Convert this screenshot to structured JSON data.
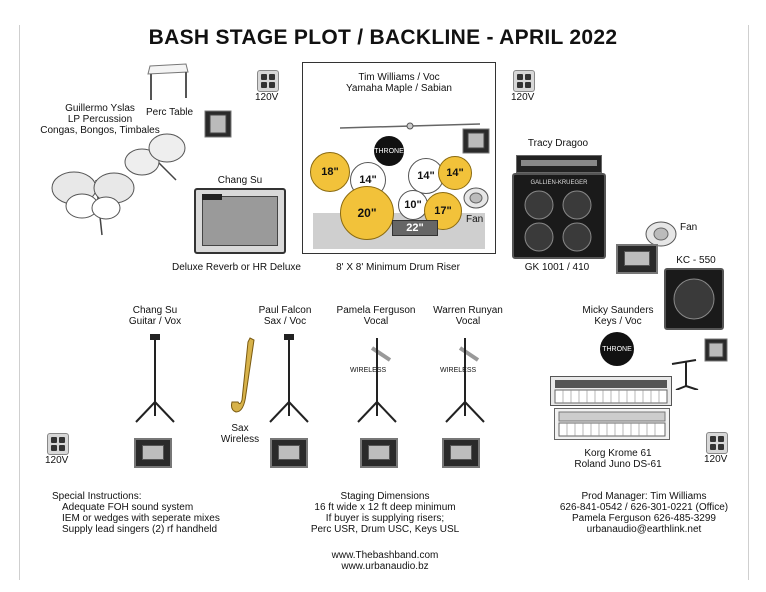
{
  "title": "BASH STAGE PLOT / BACKLINE - APRIL 2022",
  "power": {
    "label": "120V"
  },
  "perc": {
    "name": "Guillermo Yslas",
    "role": "LP Percussion",
    "instruments": "Congas, Bongos, Timbales",
    "table_label": "Perc Table"
  },
  "drums": {
    "player": "Tim Williams / Voc",
    "kit": "Yamaha Maple / Sabian",
    "throne": "THRONE",
    "fan": "Fan",
    "riser_label": "8' X 8' Minimum Drum Riser",
    "pieces": [
      "18\"",
      "14\"",
      "14\"",
      "14\"",
      "20\"",
      "10\"",
      "17\"",
      "22\""
    ]
  },
  "guitar_amp": {
    "player": "Chang Su",
    "model": "Deluxe Reverb or HR Deluxe"
  },
  "bass": {
    "player": "Tracy Dragoo",
    "model": "GK 1001 / 410",
    "fan": "Fan",
    "cab_brand": "GALLIEN-KRUEGER"
  },
  "keys_amp": {
    "model": "KC - 550"
  },
  "vocalists": [
    {
      "name": "Chang Su",
      "role": "Guitar / Vox",
      "note": ""
    },
    {
      "name": "Paul Falcon",
      "role": "Sax / Voc",
      "note": "Sax\nWireless"
    },
    {
      "name": "Pamela Ferguson",
      "role": "Vocal",
      "note": "WIRELESS"
    },
    {
      "name": "Warren Runyan",
      "role": "Vocal",
      "note": "WIRELESS"
    }
  ],
  "keys": {
    "name": "Micky Saunders",
    "role": "Keys / Voc",
    "throne": "THRONE",
    "model1": "Korg Krome 61",
    "model2": "Roland Juno DS-61"
  },
  "special": {
    "heading": "Special Instructions:",
    "lines": [
      "Adequate FOH sound system",
      "IEM or wedges with seperate mixes",
      "Supply lead singers (2) rf handheld"
    ]
  },
  "staging": {
    "heading": "Staging Dimensions",
    "lines": [
      "16 ft wide x 12 ft deep minimum",
      "If buyer is supplying risers;",
      "Perc USR, Drum USC, Keys USL"
    ]
  },
  "web": [
    "www.Thebashband.com",
    "www.urbanaudio.bz"
  ],
  "contacts": [
    "Prod Manager: Tim Williams",
    "626-841-0542 / 626-301-0221 (Office)",
    "Pamela Ferguson 626-485-3299",
    "urbanaudio@earthlink.net"
  ],
  "colors": {
    "cymbal": "#f2c23a",
    "cymbal_border": "#8a6a10",
    "floor": "#cfcfcf"
  }
}
